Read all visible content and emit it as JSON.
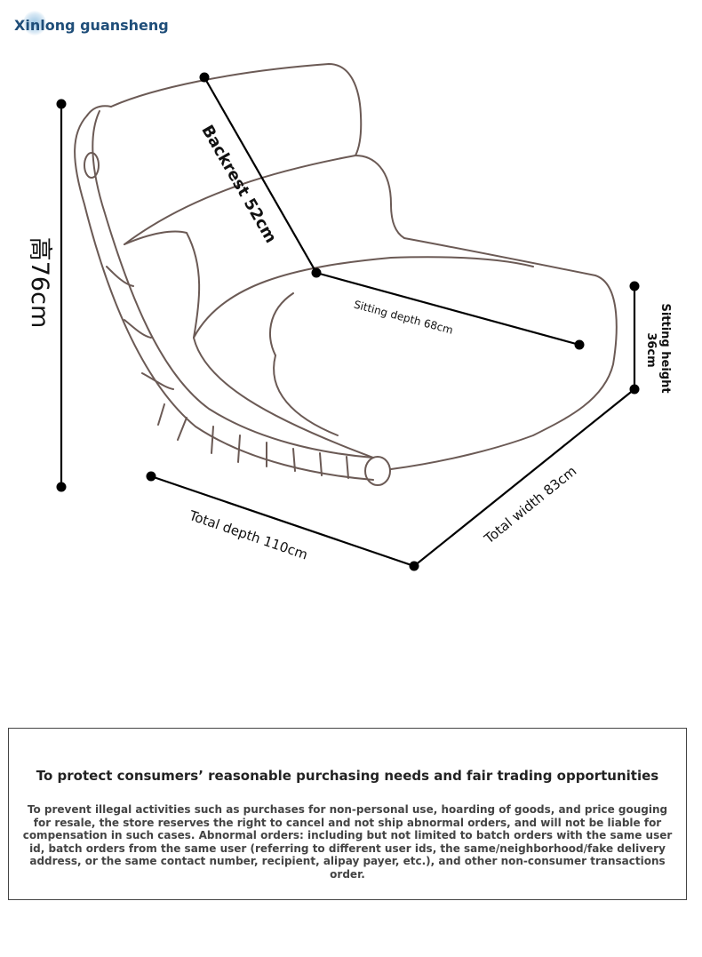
{
  "brand": {
    "name": "Xinlong guansheng"
  },
  "dimensions": {
    "height": "高76cm",
    "backrest": "Backrest 52cm",
    "sitting_depth": "Sitting depth 68cm",
    "sitting_height_line1": "Sitting height",
    "sitting_height_line2": "36cm",
    "total_width": "Total width 83cm",
    "total_depth": "Total depth 110cm"
  },
  "notice": {
    "title": "To protect consumers’ reasonable purchasing needs and fair trading opportunities",
    "body": "To prevent illegal activities such as purchases for non-personal use, hoarding of goods, and price gouging for resale, the store reserves the right to cancel and not ship abnormal orders, and will not be liable for compensation in such cases. Abnormal orders: including but not limited to batch orders with the same user id, batch orders from the same user (referring to different user ids, the same/neighborhood/fake delivery address, or the same contact number, recipient, alipay payer, etc.), and other non-consumer transactions order."
  }
}
